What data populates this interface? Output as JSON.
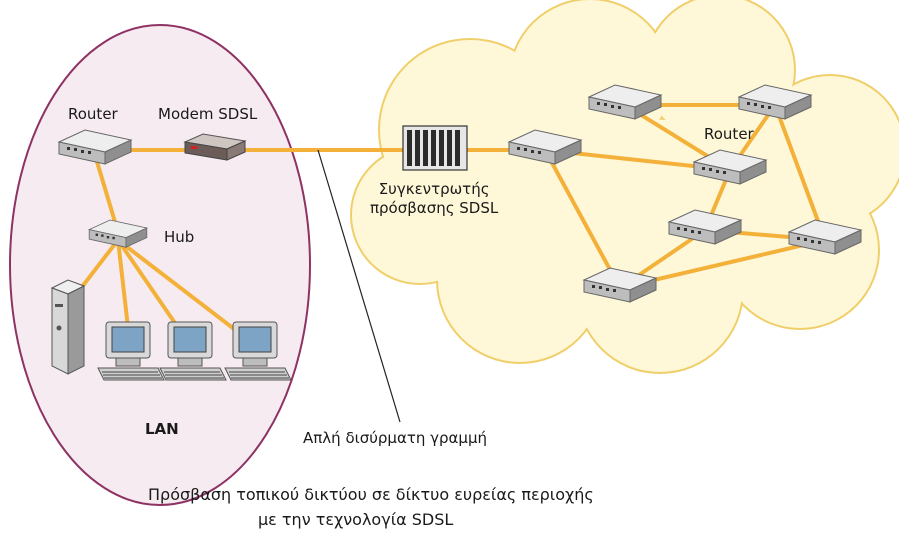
{
  "labels": {
    "router_lan": "Router",
    "modem": "Modem SDSL",
    "hub": "Hub",
    "lan": "LAN",
    "concentrator": "Συγκεντρωτής\nπρόσβασης SDSL",
    "router_wan": "Router",
    "twisted_pair": "Απλή δισύρματη γραμμή"
  },
  "caption": {
    "line1": "Πρόσβαση τοπικού δικτύου σε δίκτυο ευρείας περιοχής",
    "line2": "με την τεχνολογία SDSL"
  },
  "colors": {
    "lan_fill": "#f6ebf1",
    "lan_stroke": "#8e3264",
    "cloud_fill": "#fff8d8",
    "cloud_stroke": "#f0cf6a",
    "link": "#f3b13a",
    "device_top": "#e9e9e9",
    "device_side": "#a6a6a6"
  }
}
